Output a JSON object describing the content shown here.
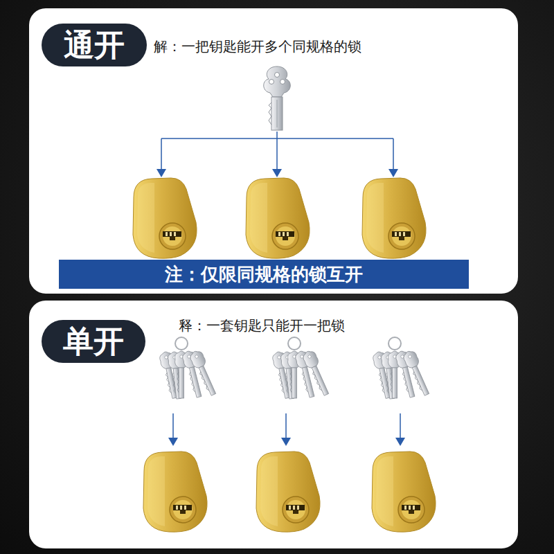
{
  "diagram": {
    "nodes": [
      {
        "text": [
          "解：一把钥匙能开多个同规格的锁"
        ]
      },
      {
        "text": [
          "通开"
        ],
        "in": 0
      },
      {
        "text": [
          "注：仅限同规格的锁互开"
        ],
        "in": 0
      },
      {
        "text": [
          "释：一套钥匙只能开一把锁"
        ]
      },
      {
        "text": [
          "单开"
        ],
        "in": 3
      }
    ]
  }
}
